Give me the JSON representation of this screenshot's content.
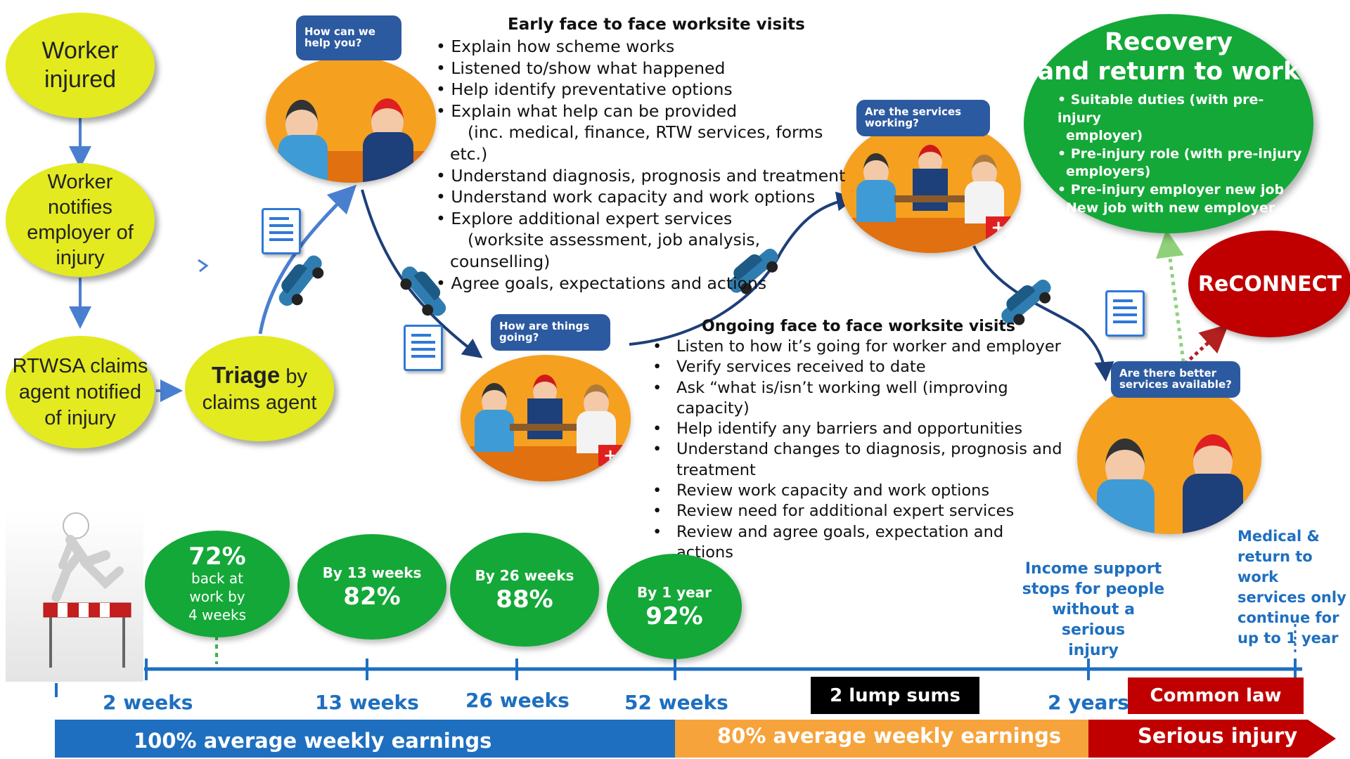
{
  "flow": {
    "worker_injured": "Worker injured",
    "worker_notifies": "Worker notifies employer of injury",
    "rtwsa": "RTWSA claims agent notified of injury",
    "triage_bold": "Triage",
    "triage_rest": " by claims agent"
  },
  "bubbles": {
    "help": "How can we help you?",
    "going": "How are things going?",
    "working": "Are the services working?",
    "better": "Are there better services available?"
  },
  "early_visits": {
    "title": "Early face to face worksite visits",
    "items": [
      "• Explain how scheme works",
      "• Listened to/show what happened",
      "• Help identify preventative options",
      "• Explain what help can be provided",
      "(inc. medical, finance, RTW services, forms",
      "etc.)",
      "• Understand diagnosis, prognosis and treatment",
      "• Understand work capacity and work options",
      "• Explore additional expert services",
      "(worksite assessment, job analysis,",
      "counselling)",
      "• Agree goals, expectations and actions"
    ]
  },
  "ongoing_visits": {
    "title": "Ongoing face to face worksite visits",
    "items": [
      "Listen to how it’s going for worker and employer",
      "Verify services received to date",
      "Ask “what is/isn’t working well (improving",
      "capacity)",
      "Help identify any barriers and opportunities",
      "Understand changes to diagnosis, prognosis and",
      "treatment",
      "Review work capacity and work options",
      "Review need for additional expert services",
      "Review and agree goals, expectation and",
      "actions"
    ]
  },
  "recovery": {
    "title1": "Recovery",
    "title2": "and return to work",
    "items": [
      "• Suitable duties (with pre-injury",
      "employer)",
      "• Pre-injury role (with pre-injury",
      "employers)",
      "• Pre-injury employer new job",
      "New job with new employer"
    ]
  },
  "reconnect": "ReCONNECT",
  "stats": {
    "s1_pct": "72%",
    "s1_l1": "back at",
    "s1_l2": "work by",
    "s1_l3": "4 weeks",
    "s2_head": "By 13 weeks",
    "s2_pct": "82%",
    "s3_head": "By 26 weeks",
    "s3_pct": "88%",
    "s4_head": "By 1 year",
    "s4_pct": "92%"
  },
  "notes": {
    "income": [
      "Income support",
      "stops for people",
      "without a serious",
      "injury"
    ],
    "medical": [
      "Medical &",
      "return to work",
      "services  only",
      "continue for",
      "up to 1 year"
    ]
  },
  "timeline": {
    "w2": "2 weeks",
    "w13": "13 weeks",
    "w26": "26 weeks",
    "w52": "52 weeks",
    "y2": "2 years",
    "lump": "2 lump sums",
    "common": "Common law"
  },
  "bars": {
    "blue": "100% average weekly earnings",
    "orange": "80% average weekly earnings",
    "red": "Serious injury"
  },
  "colors": {
    "yellow": "#e3ea1f",
    "green": "#14a838",
    "blue": "#1e6fc0",
    "orange": "#f7a33b",
    "red": "#c00000",
    "navy": "#1d3f7a"
  },
  "icons": [
    "document-icon",
    "car-icon",
    "hurdle-runner-icon",
    "people-scene-icon"
  ]
}
